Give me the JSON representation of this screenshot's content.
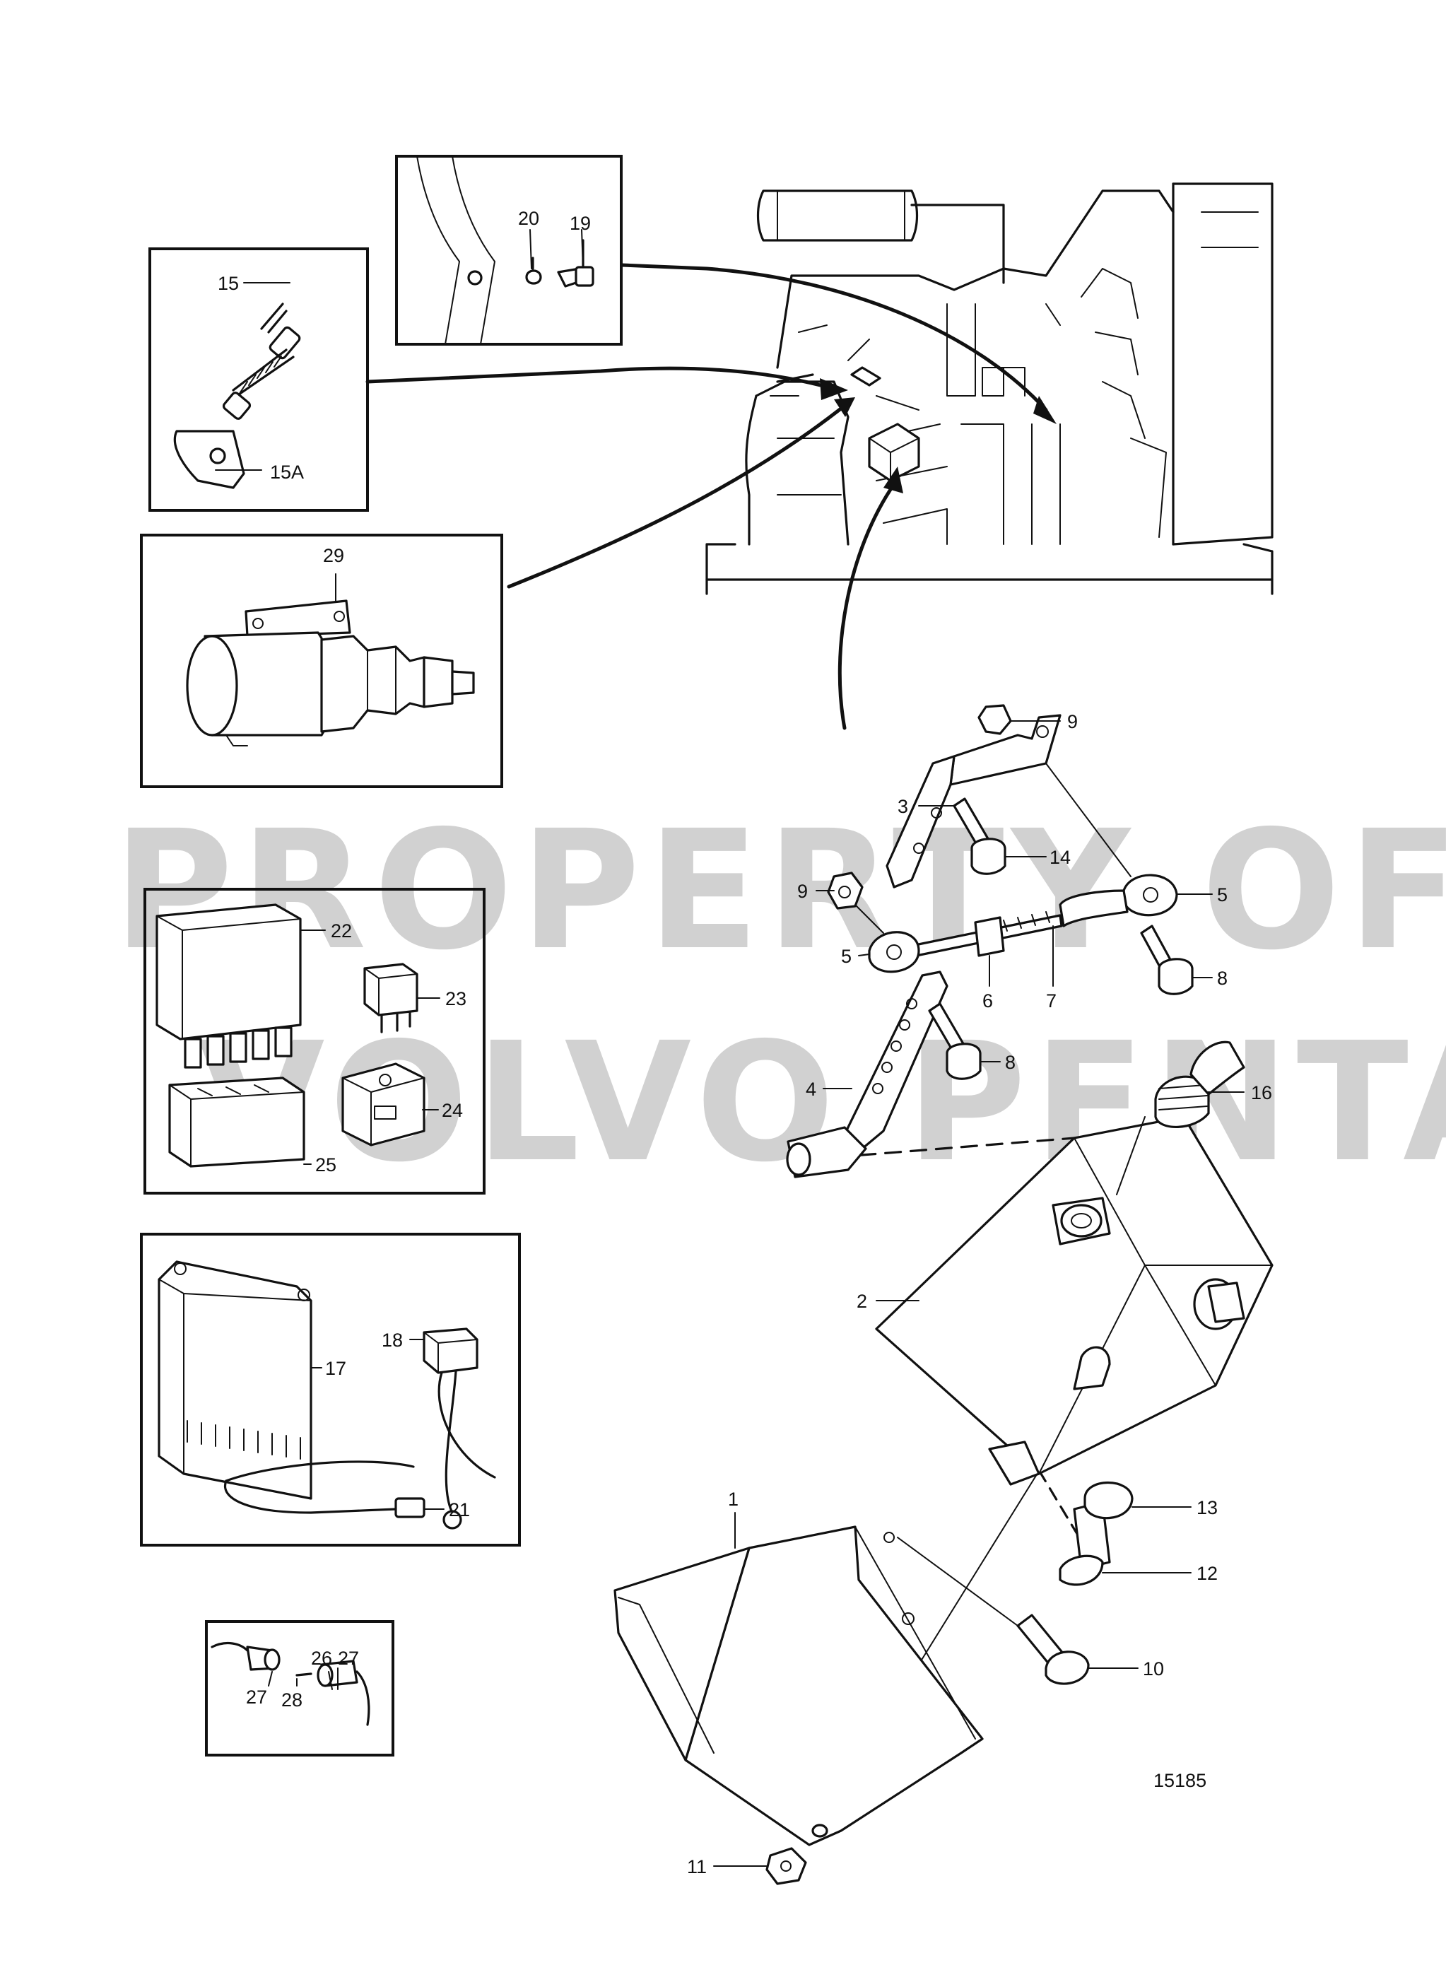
{
  "watermark": {
    "line1": "PROPERTY OF",
    "line2": "VOLVO PENTA"
  },
  "drawing_number": "15185",
  "callouts": {
    "c1": "1",
    "c2": "2",
    "c3": "3",
    "c4": "4",
    "c5a": "5",
    "c5b": "5",
    "c6": "6",
    "c7": "7",
    "c8a": "8",
    "c8b": "8",
    "c9a": "9",
    "c9b": "9",
    "c10": "10",
    "c11": "11",
    "c12": "12",
    "c13": "13",
    "c14": "14",
    "c15": "15",
    "c15A": "15A",
    "c16": "16",
    "c17": "17",
    "c18": "18",
    "c19": "19",
    "c20": "20",
    "c21": "21",
    "c22": "22",
    "c23": "23",
    "c24": "24",
    "c25": "25",
    "c26": "26",
    "c27a": "27",
    "c27b": "27",
    "c28": "28",
    "c29": "29"
  }
}
